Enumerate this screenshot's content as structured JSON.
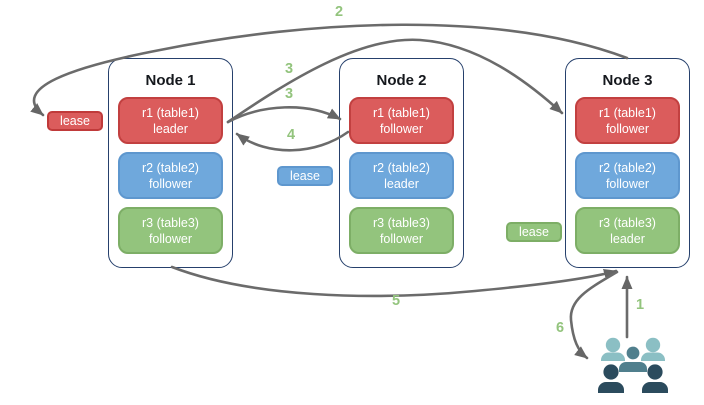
{
  "diagram": {
    "nodes": [
      {
        "title": "Node 1",
        "replicas": [
          {
            "range": "r1 (table1)",
            "role": "leader",
            "color": "red"
          },
          {
            "range": "r2 (table2)",
            "role": "follower",
            "color": "blue"
          },
          {
            "range": "r3 (table3)",
            "role": "follower",
            "color": "green"
          }
        ]
      },
      {
        "title": "Node 2",
        "replicas": [
          {
            "range": "r1 (table1)",
            "role": "follower",
            "color": "red"
          },
          {
            "range": "r2 (table2)",
            "role": "leader",
            "color": "blue"
          },
          {
            "range": "r3 (table3)",
            "role": "follower",
            "color": "green"
          }
        ]
      },
      {
        "title": "Node 3",
        "replicas": [
          {
            "range": "r1 (table1)",
            "role": "follower",
            "color": "red"
          },
          {
            "range": "r2 (table2)",
            "role": "follower",
            "color": "blue"
          },
          {
            "range": "r3 (table3)",
            "role": "leader",
            "color": "green"
          }
        ]
      }
    ],
    "leases": [
      {
        "label": "lease",
        "color": "#DB5C5C"
      },
      {
        "label": "lease",
        "color": "#6FA8DC"
      },
      {
        "label": "lease",
        "color": "#93C47D"
      }
    ],
    "steps": {
      "s1": "1",
      "s2": "2",
      "s3a": "3",
      "s3b": "3",
      "s4": "4",
      "s5": "5",
      "s6": "6"
    },
    "colors": {
      "replica_red": "#DB5C5C",
      "replica_blue": "#6FA8DC",
      "replica_green": "#93C47D",
      "node_border": "#26406C",
      "arrow": "#6B6B6B",
      "step_label": "#93C47D",
      "users_light": "#8BBFC4",
      "users_medium": "#507F8D",
      "users_dark": "#2B4B5D",
      "background": "#FFFFFF"
    }
  }
}
